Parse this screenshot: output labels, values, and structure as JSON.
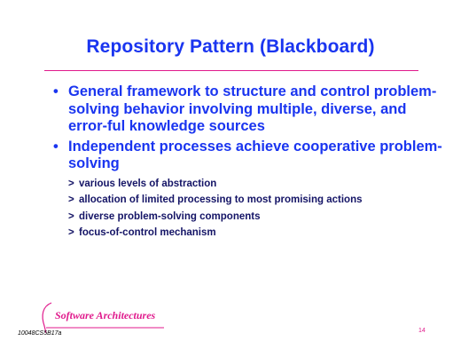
{
  "slide": {
    "title": "Repository Pattern (Blackboard)",
    "bullets": [
      {
        "marker": "•",
        "text": "General framework to structure and control problem-solving behavior involving multiple, diverse, and error-ful knowledge sources"
      },
      {
        "marker": "•",
        "text": "Independent processes achieve cooperative problem-solving"
      }
    ],
    "sub_marker": ">",
    "sub_bullets": [
      "various levels of abstraction",
      "allocation of limited processing to most promising actions",
      "diverse problem-solving components",
      "focus-of-control mechanism"
    ]
  },
  "footer": {
    "logo_text": "Software Architectures",
    "doc_id": "10048CS5B17a",
    "page_number": "14"
  },
  "colors": {
    "title": "#1a35f0",
    "accent": "#e01a8c",
    "sub_text": "#141466"
  }
}
